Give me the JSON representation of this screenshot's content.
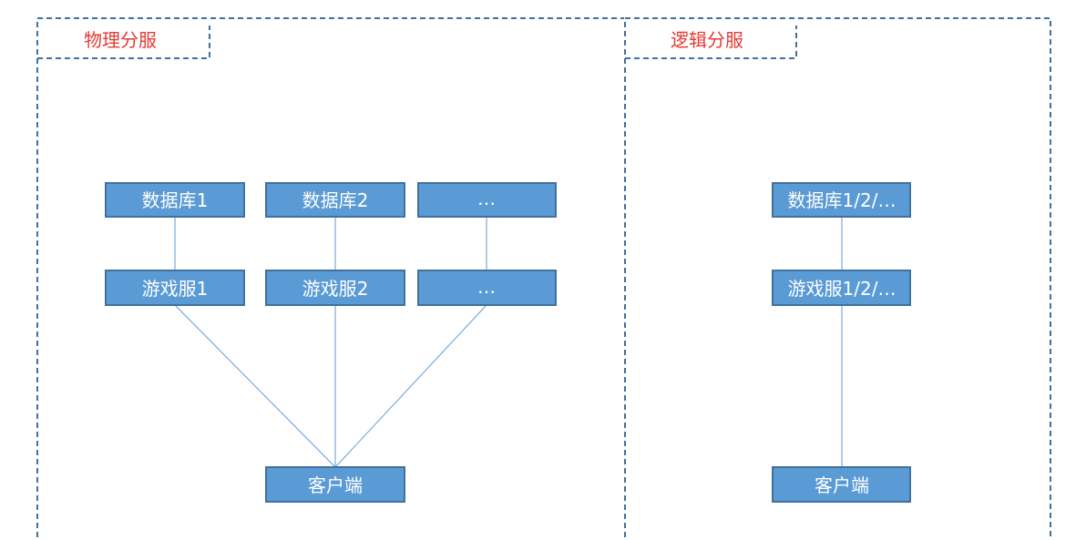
{
  "colors": {
    "node_fill": "#5b9bd5",
    "node_stroke": "#41719c",
    "node_text": "#ffffff",
    "connector": "#5b9bd5",
    "panel_border": "#41719c",
    "panel_title": "#e53935"
  },
  "physical": {
    "title": "物理分服",
    "db": [
      "数据库1",
      "数据库2",
      "…"
    ],
    "game": [
      "游戏服1",
      "游戏服2",
      "…"
    ],
    "client": "客户端"
  },
  "logical": {
    "title": "逻辑分服",
    "db": "数据库1/2/…",
    "game": "游戏服1/2/…",
    "client": "客户端"
  }
}
